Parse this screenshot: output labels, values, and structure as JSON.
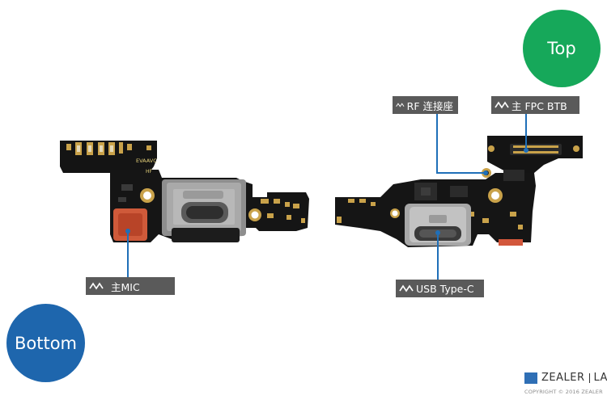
{
  "badges": {
    "top": "Top",
    "bottom": "Bottom"
  },
  "callouts": {
    "rf": "RF 连接座",
    "fpc": "主 FPC BTB",
    "mic": "主MIC",
    "usb": "USB Type-C"
  },
  "board_markings": {
    "left_board_code": "EVAAVC",
    "left_board_hf": "HF"
  },
  "watermark": {
    "brand_left": "ZEALER",
    "brand_right": "LAB",
    "copyright": "COPYRIGHT © 2016 ZEALER"
  },
  "colors": {
    "top_badge": "#16a85a",
    "bottom_badge": "#1e66ad",
    "callout_bg": "#5a5a5a",
    "leader_line": "#1f6fb8",
    "pcb": "#111111"
  }
}
